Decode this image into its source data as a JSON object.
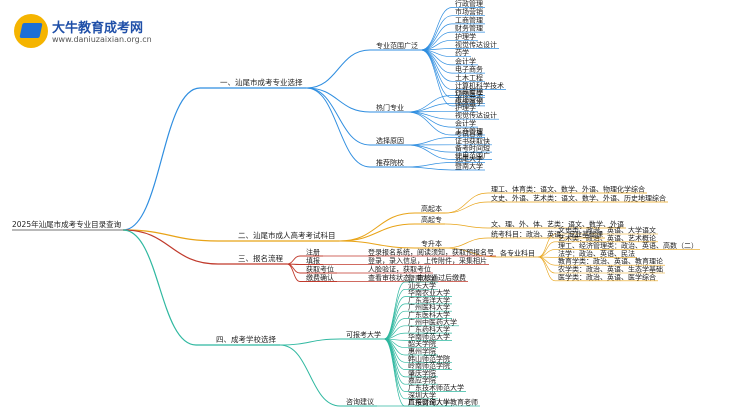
{
  "logo": {
    "name": "大牛教育成考网",
    "url": "www.daniuzaixian.org.cn"
  },
  "root": "2025年汕尾市成考专业目录查询",
  "colors": {
    "b1": "#2f8ee0",
    "b2": "#e8a317",
    "b3": "#c0392b",
    "b4": "#2fb8a0"
  },
  "branches": [
    {
      "label": "一、汕尾市成考专业选择",
      "groups": [
        {
          "label": "专业范围广泛",
          "items": [
            "行政管理",
            "市场营销",
            "工商管理",
            "财务管理",
            "护理学",
            "视觉传达设计",
            "药学",
            "会计学",
            "电子商务",
            "土木工程",
            "计算机科学技术",
            "动物医学",
            "临床医学"
          ]
        },
        {
          "label": "热门专业",
          "items": [
            "行政管理",
            "市场营销",
            "护理学",
            "视觉传达设计",
            "会计学",
            "工商管理"
          ]
        },
        {
          "label": "选择原因",
          "items": [
            "考试容易",
            "证书获取快",
            "备考时间短",
            "使用范围广"
          ]
        },
        {
          "label": "推荐院校",
          "items": [
            "汕尾大学",
            "暨南大学"
          ]
        }
      ]
    },
    {
      "label": "二、汕尾市成人高考考试科目",
      "groups": [
        {
          "label": "高起本",
          "items": [
            "理工、体育类：语文、数学、外语、物理化学综合",
            "文史、外语、艺术类：语文、数学、外语、历史地理综合"
          ]
        },
        {
          "label": "高起专",
          "items": [
            "文、理、外、体、艺类：语文、数学、外语"
          ]
        },
        {
          "label": "专升本",
          "items": [
            {
              "text": "统考科目：政治、英语、专业基础课"
            },
            {
              "text": "各专业科目",
              "items": [
                "文史类：政治、英语、大学语文",
                "艺术类：政治、英语、艺术概论",
                "理工、经济管理类：政治、英语、高数（二）",
                "法学：政治、英语、民法",
                "教育学类：政治、英语、教育理论",
                "农学类：政治、英语、生态学基础",
                "医学类：政治、英语、医学综合"
              ]
            }
          ]
        }
      ]
    },
    {
      "label": "三、报名流程",
      "items": [
        {
          "k": "注册",
          "v": "登录报名系统，阅读须知，获取预报名号"
        },
        {
          "k": "填报",
          "v": "登录，录入信息，上传附件，采集相片"
        },
        {
          "k": "获取考位",
          "v": "人脸验证，获取考位"
        },
        {
          "k": "缴费确认",
          "v": "查看审核状态，审核通过后缴费"
        }
      ]
    },
    {
      "label": "四、成考学校选择",
      "groups": [
        {
          "label": "可报考大学",
          "items": [
            "暨南大学",
            "汕头大学",
            "华南农业大学",
            "广东海洋大学",
            "广州医科大学",
            "广东医科大学",
            "广州中医药大学",
            "广东药科大学",
            "华南师范大学",
            "韶关学院",
            "惠州学院",
            "韩山师范学院",
            "岭南师范学院",
            "肇庆学院",
            "嘉应学院",
            "广东技术师范大学",
            "深圳大学",
            "广东财经大学"
          ]
        },
        {
          "label": "咨询建议",
          "items": [
            "直接咨询大牛教育老师"
          ]
        }
      ]
    }
  ]
}
